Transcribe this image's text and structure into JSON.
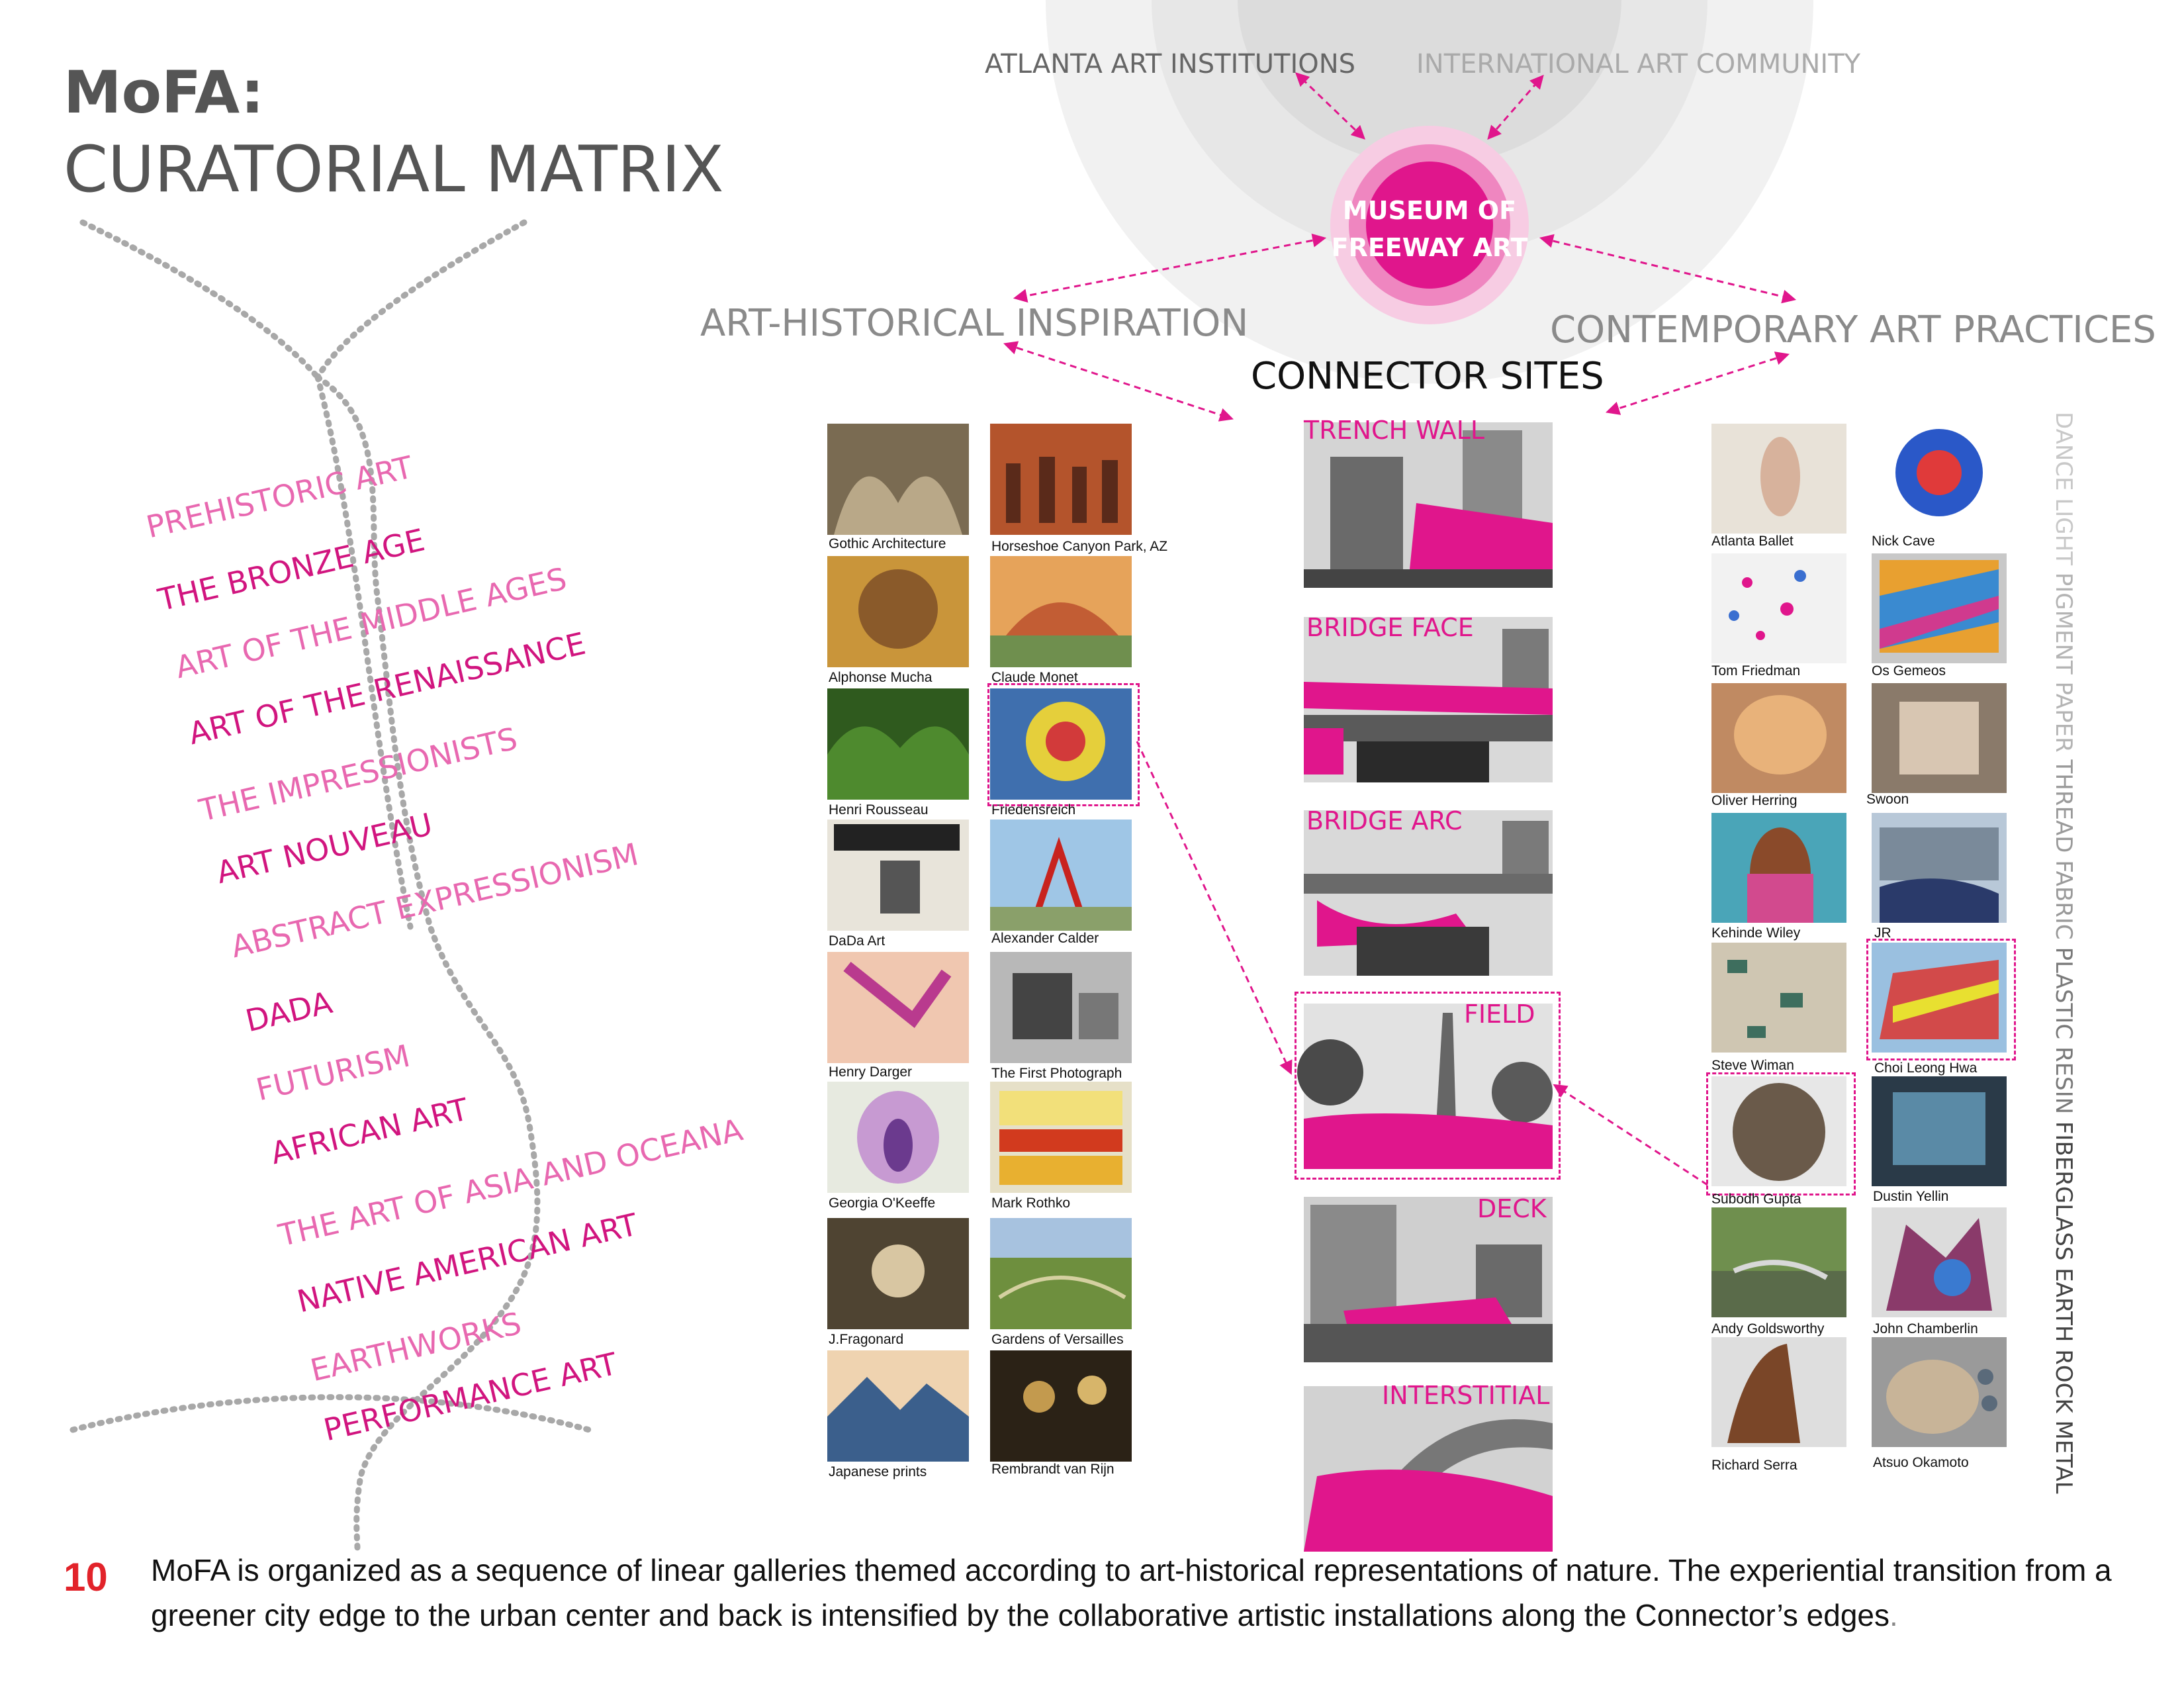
{
  "title": {
    "line1": "MoFA:",
    "line2": "CURATORIAL MATRIX"
  },
  "top_labels": {
    "left": "ATLANTA ART INSTITUTIONS",
    "right": "INTERNATIONAL ART COMMUNITY"
  },
  "core": {
    "line1": "MUSEUM OF",
    "line2": "FREEWAY ART"
  },
  "category_heads": {
    "left": "ART-HISTORICAL INSPIRATION",
    "right": "CONTEMPORARY ART PRACTICES"
  },
  "connector_title": "CONNECTOR SITES",
  "eras": [
    "PREHISTORIC ART",
    "THE BRONZE AGE",
    "ART OF THE MIDDLE AGES",
    "ART OF THE RENAISSANCE",
    "THE IMPRESSIONISTS",
    "ART NOUVEAU",
    "ABSTRACT EXPRESSIONISM",
    "DADA",
    "FUTURISM",
    "AFRICAN ART",
    "THE ART OF ASIA AND OCEANA",
    "NATIVE AMERICAN ART",
    "EARTHWORKS",
    "PERFORMANCE ART"
  ],
  "historical_col1": [
    "Gothic Architecture",
    "Alphonse Mucha",
    "Henri Rousseau",
    "DaDa Art",
    "Henry Darger",
    "Georgia O'Keeffe",
    "J.Fragonard",
    "Japanese prints"
  ],
  "historical_col2": [
    "Horseshoe Canyon Park, AZ",
    "Claude Monet",
    "Friedensreich",
    "Alexander Calder",
    "The First Photograph",
    "Mark Rothko",
    "Gardens of Versailles",
    "Rembrandt van Rijn"
  ],
  "sites": [
    "TRENCH WALL",
    "BRIDGE  FACE",
    "BRIDGE  ARC",
    "FIELD",
    "DECK",
    "INTERSTITIAL"
  ],
  "contemporary_col1": [
    "Atlanta Ballet",
    "Tom Friedman",
    "Oliver Herring",
    "Kehinde Wiley",
    "Steve Wiman",
    "Subodh Gupta",
    "Andy Goldsworthy",
    "Richard Serra"
  ],
  "contemporary_col2": [
    "Nick Cave",
    "Os Gemeos",
    "Swoon",
    "JR",
    "Choi Leong Hwa",
    "Dustin Yellin",
    "John Chamberlin",
    "Atsuo Okamoto"
  ],
  "materials": [
    "DANCE",
    "LIGHT",
    "PIGMENT",
    "PAPER",
    "THREAD",
    "FABRIC",
    "PLASTIC",
    "RESIN",
    "FIBERGLASS",
    "EARTH",
    "ROCK",
    "METAL"
  ],
  "page_number": "10",
  "caption": {
    "main": "MoFA is organized as a sequence of linear galleries themed according to art-historical representations of nature. The experiential transition from a greener city edge to the urban center and back is intensified by the collaborative artistic installations along the Connector’s edges",
    "end": "."
  },
  "colors": {
    "accent": "#e0168c",
    "accent_light": "#e868b0",
    "page_number": "#e2232a",
    "gray_text": "#8a8a8a"
  }
}
